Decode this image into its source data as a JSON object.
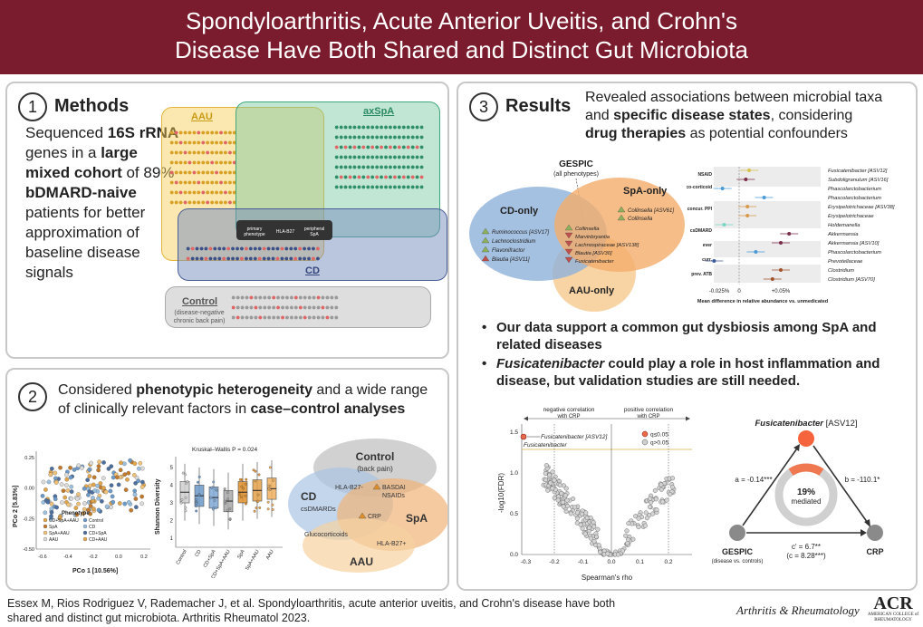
{
  "header": {
    "title_line1": "Spondyloarthritis, Acute Anterior Uveitis, and Crohn's",
    "title_line2": "Disease Have Both Shared and Distinct Gut Microbiota"
  },
  "methods": {
    "number": "1",
    "heading": "Methods",
    "text_1": "Sequenced ",
    "text_2": "16S rRNA",
    "text_3": " genes in a ",
    "text_4": "large mixed cohort",
    "text_5": " of 89% ",
    "text_6": "bDMARD-naive",
    "text_7": " patients for better approximation of baseline disease signals",
    "groups": {
      "aau": "AAU",
      "axspa": "axSpA",
      "cd": "CD",
      "control": "Control",
      "control_sub": "(disease-negative chronic back pain)",
      "inner_1": "primary phenotype",
      "inner_2": "HLA-B27",
      "inner_3": "peripheral SpA"
    }
  },
  "phenotype": {
    "number": "2",
    "text_1": "Considered ",
    "text_2": "phenotypic heterogeneity",
    "text_3": " and a wide range of clinically relevant factors in ",
    "text_4": "case–control analyses",
    "venn": {
      "control": "Control",
      "control_sub": "(back pain)",
      "cd": "CD",
      "cd_sub": "csDMARDs",
      "spa": "SpA",
      "aau": "AAU",
      "hla": "HLA-B27-",
      "basdai": "BASDAI",
      "nsaids": "NSAIDs",
      "crp": "CRP",
      "gluco": "Glucocorticoids",
      "hla_pos": "HLA-B27+"
    }
  },
  "results": {
    "number": "3",
    "heading": "Results",
    "sub_1": "Revealed associations between microbial taxa and ",
    "sub_2": "specific disease states",
    "sub_3": ", considering ",
    "sub_4": "drug therapies",
    "sub_5": " as potential confounders",
    "venn": {
      "gespic": "GESPIC",
      "gespic_sub": "(all phenotypes)",
      "cd_only": "CD-only",
      "spa_only": "SpA-only",
      "aau_only": "AAU-only",
      "cd_taxa": [
        "Ruminococcus [ASV17]",
        "Lachnoclostridium",
        "Flavonifractor",
        "Blautia [ASV11]"
      ],
      "spa_taxa": [
        "Collinsella [ASV61]",
        "Collinsella"
      ],
      "shared_taxa": [
        "Collinsella",
        "Marvinbryantia",
        "Lachnospiraceae [ASV138]",
        "Blautia [ASV30]",
        "Fusicatenibacter"
      ]
    },
    "forest": {
      "groups": [
        "NSAID",
        "Gluco-corticoid",
        "concur. PPI",
        "csDMARD",
        "ever",
        "curr.",
        "prev. ATB"
      ],
      "taxa": [
        "Fusicatenibacter [ASV12]",
        "Subdoligranulum [ASV16]",
        "Phascolarctobacterium",
        "Phascolarctobacterium",
        "Erysipelotrichaceae [ASV38]",
        "Erysipelotrichaceae",
        "Holdemanella",
        "Akkermansia",
        "Akkermansia [ASV10]",
        "Phascolarctobacterium",
        "Prevotellaceae",
        "Clostridium",
        "Clostridium [ASV70]"
      ],
      "tick_left": "-0.025%",
      "tick_zero": "0",
      "tick_right": "+0.05%",
      "xlabel": "Mean difference in relative abundance vs. unmedicated"
    },
    "bullet_1": "Our data support a common gut dysbiosis among SpA and related diseases",
    "bullet_2a": "Fusicatenibacter",
    "bullet_2b": " could play a role in host inflammation and disease, but validation studies are still needed.",
    "mediation": {
      "top": "Fusicatenibacter",
      "top_suffix": " [ASV12]",
      "a": "a = -0.14***",
      "b": "b = -110.1*",
      "pct": "19%",
      "mediated": "mediated",
      "c_prime": "c' = 6.7**",
      "c_total": "(c = 8.28***)",
      "left": "GESPIC",
      "left_sub": "(disease vs. controls)",
      "right": "CRP"
    }
  },
  "chart_data": [
    {
      "type": "scatter",
      "title": "",
      "xlabel": "PCo 1 [10.56%]",
      "ylabel": "PCo 2 [5.83%]",
      "xlim": [
        -0.65,
        0.25
      ],
      "ylim": [
        -0.5,
        0.3
      ],
      "x_ticks": [
        "-0.6",
        "-0.4",
        "-0.2",
        "0.0",
        "0.2"
      ],
      "y_ticks": [
        "0.25",
        "0.00",
        "-0.25",
        "-0.50"
      ],
      "legend_title": "Phenotype",
      "legend": [
        "CD+SpA+AAU",
        "Control",
        "SpA",
        "CD",
        "SpA+AAU",
        "CD+SpA",
        "AAU",
        "CD+AAU"
      ]
    },
    {
      "type": "box",
      "title": "Kruskal–Wallis P = 0.024",
      "ylabel": "Shannon Diversity",
      "y_ticks": [
        "5",
        "4",
        "3",
        "2",
        "1"
      ],
      "categories": [
        "Control",
        "CD",
        "CD+SpA",
        "CD+SpA+AAU",
        "SpA",
        "SpA+AAU",
        "AAU"
      ],
      "medians": [
        3.6,
        3.4,
        3.3,
        3.1,
        3.6,
        3.7,
        3.8
      ]
    },
    {
      "type": "scatter",
      "title": "Volcano",
      "xlabel": "Spearman's rho",
      "ylabel": "-log10(FDR)",
      "x_ticks": [
        "-0.3",
        "-0.2",
        "-0.1",
        "0.0",
        "0.1",
        "0.2"
      ],
      "y_ticks": [
        "1.5",
        "1.0",
        "0.5",
        "0.0"
      ],
      "neg_label": "negative correlation",
      "neg_label2": "with CRP",
      "pos_label": "positive correlation",
      "pos_label2": "with CRP",
      "legend": [
        "q≤0.05",
        "q>0.05"
      ],
      "highlight_1": "Fusicatenibacter [ASV12]",
      "highlight_2": "Fusicatenibacter"
    }
  ],
  "footer": {
    "citation": "Essex M, Rios Rodriguez V, Rademacher J, et al. Spondyloarthritis, acute anterior uveitis, and Crohn's disease have both shared and distinct gut microbiota. Arthritis Rheumatol 2023.",
    "journal": "Arthritis & Rheumatology",
    "acr": "ACR",
    "acr_sub": "AMERICAN COLLEGE of RHEUMATOLOGY"
  }
}
